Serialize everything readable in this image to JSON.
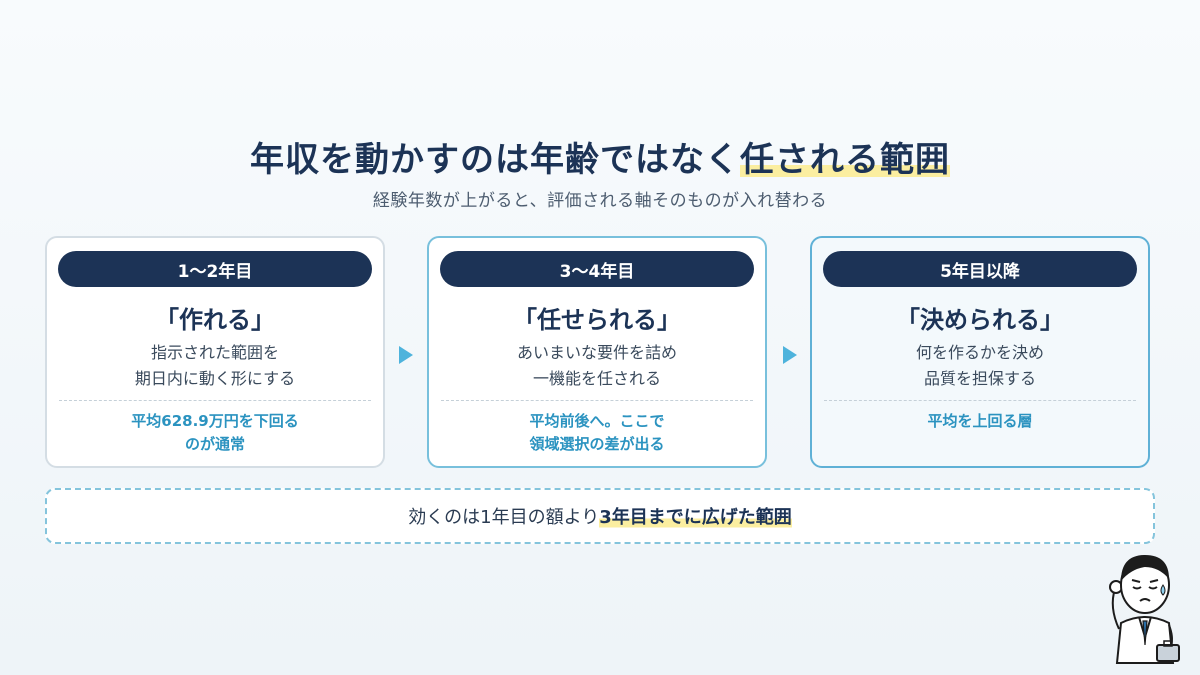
{
  "title": {
    "main": "年収を動かすのは年齢ではなく",
    "highlight": "任される範囲"
  },
  "subtitle": "経験年数が上がると、評価される軸そのものが入れ替わる",
  "cards": [
    {
      "label": "1〜2年目",
      "heading": "「作れる」",
      "desc": [
        "指示された範囲を",
        "期日内に動く形にする"
      ],
      "note": [
        "平均628.9万円を下回る",
        "のが通常"
      ]
    },
    {
      "label": "3〜4年目",
      "heading": "「任せられる」",
      "desc": [
        "あいまいな要件を詰め",
        "一機能を任される"
      ],
      "note": [
        "平均前後へ。ここで",
        "領域選択の差が出る"
      ]
    },
    {
      "label": "5年目以降",
      "heading": "「決められる」",
      "desc": [
        "何を作るかを決め",
        "品質を担保する"
      ],
      "note": [
        "平均を上回る層"
      ]
    }
  ],
  "bottom": {
    "text": "効くのは1年目の額より",
    "highlight": "3年目までに広げた範囲"
  },
  "icons": {
    "arrow": "arrow-right-icon",
    "character": "worried-businessman-illustration"
  },
  "colors": {
    "navy": "#1c3356",
    "accent": "#2b93c0",
    "highlight": "#fbeea0",
    "arrow": "#4eb3dc"
  }
}
